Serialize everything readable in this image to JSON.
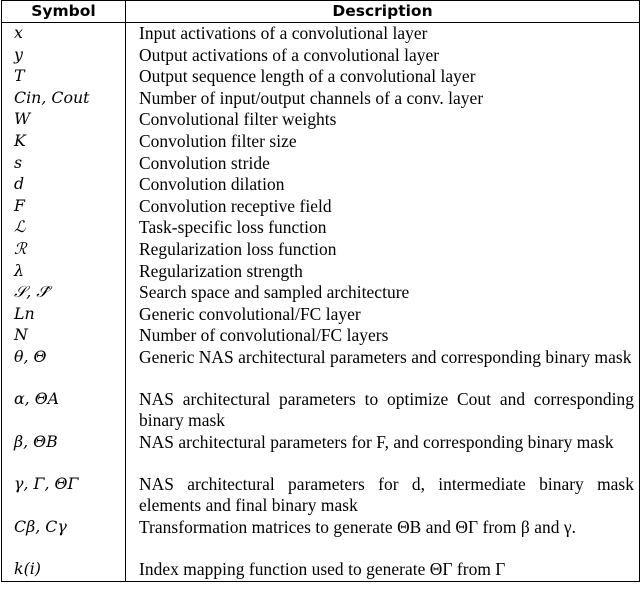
{
  "table": {
    "headers": {
      "symbol": "Symbol",
      "description": "Description"
    },
    "rows": [
      {
        "symbol": "x",
        "description": "Input activations of a convolutional layer"
      },
      {
        "symbol": "y",
        "description": "Output activations of a convolutional layer"
      },
      {
        "symbol": "T",
        "description": "Output sequence length of a convolutional layer"
      },
      {
        "symbol": "Cin, Cout",
        "description": "Number of input/output channels of a conv. layer"
      },
      {
        "symbol": "W",
        "description": "Convolutional filter weights"
      },
      {
        "symbol": "K",
        "description": "Convolution filter size"
      },
      {
        "symbol": "s",
        "description": "Convolution stride"
      },
      {
        "symbol": "d",
        "description": "Convolution dilation"
      },
      {
        "symbol": "F",
        "description": "Convolution receptive field"
      },
      {
        "symbol": "ℒ",
        "description": "Task-specific loss function"
      },
      {
        "symbol": "ℛ",
        "description": "Regularization loss function"
      },
      {
        "symbol": "λ",
        "description": "Regularization strength"
      },
      {
        "symbol": "𝒮, 𝒮̂",
        "description": "Search space and sampled architecture"
      },
      {
        "symbol": "Ln",
        "description": "Generic convolutional/FC layer"
      },
      {
        "symbol": "N",
        "description": "Number of convolutional/FC layers"
      },
      {
        "symbol": "θ, Θ",
        "description": "Generic NAS architectural parameters and corresponding binary mask"
      },
      {
        "symbol": "α, ΘA",
        "description": "NAS architectural parameters to optimize Cout and corresponding binary mask"
      },
      {
        "symbol": "β, ΘB",
        "description": "NAS architectural parameters for F, and corresponding binary mask"
      },
      {
        "symbol": "γ, Γ, ΘΓ",
        "description": "NAS architectural parameters for d, intermediate binary mask elements and final binary mask"
      },
      {
        "symbol": "Cβ, Cγ",
        "description": "Transformation matrices to generate ΘB and ΘΓ from β and γ."
      },
      {
        "symbol": "k(i)",
        "description": "Index mapping function used to generate ΘΓ from Γ"
      }
    ]
  }
}
